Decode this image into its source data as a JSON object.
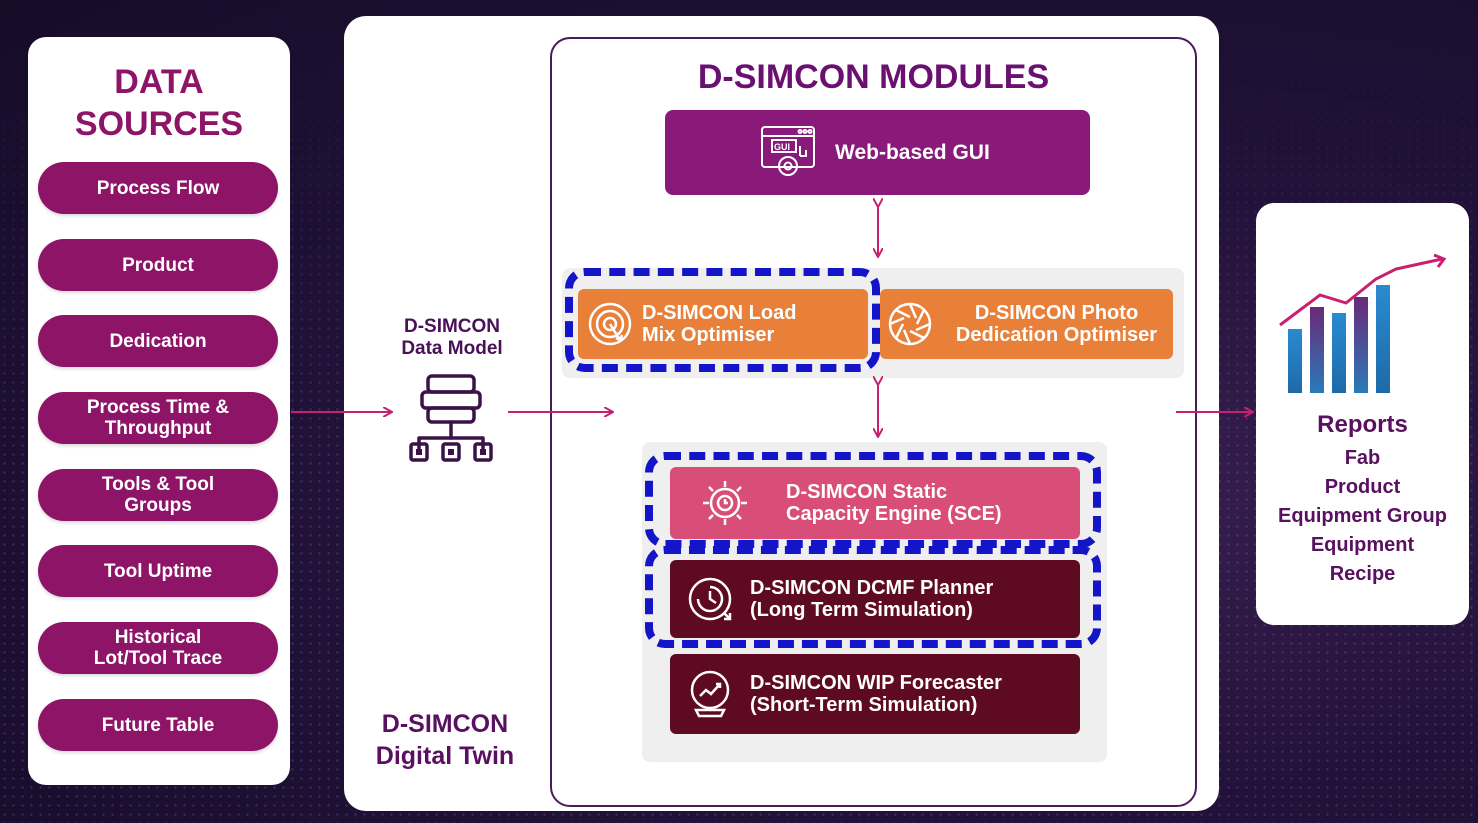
{
  "data_sources": {
    "title": "DATA\nSOURCES",
    "items": [
      "Process Flow",
      "Product",
      "Dedication",
      "Process Time &\nThroughput",
      "Tools & Tool\nGroups",
      "Tool Uptime",
      "Historical\nLot/Tool Trace",
      "Future Table"
    ]
  },
  "data_model": {
    "label": "D-SIMCON\nData Model"
  },
  "digital_twin": {
    "label": "D-SIMCON\nDigital Twin"
  },
  "modules": {
    "title": "D-SIMCON MODULES",
    "gui": "Web-based GUI",
    "load_mix": "D-SIMCON Load\nMix Optimiser",
    "photo": "D-SIMCON Photo\nDedication Optimiser",
    "sce": "D-SIMCON Static\nCapacity Engine (SCE)",
    "dcmf": "D-SIMCON DCMF Planner\n(Long Term Simulation)",
    "wip": "D-SIMCON WIP Forecaster\n(Short-Term Simulation)"
  },
  "reports": {
    "title": "Reports",
    "items": [
      "Fab",
      "Product",
      "Equipment Group",
      "Equipment",
      "Recipe"
    ]
  },
  "colors": {
    "magenta": "#8e1468",
    "purple": "#8a1a7a",
    "orange": "#e8803a",
    "pink": "#d94e78",
    "maroon": "#5e0a22",
    "dashed_highlight": "#1414c8",
    "connector": "#c8206e"
  }
}
